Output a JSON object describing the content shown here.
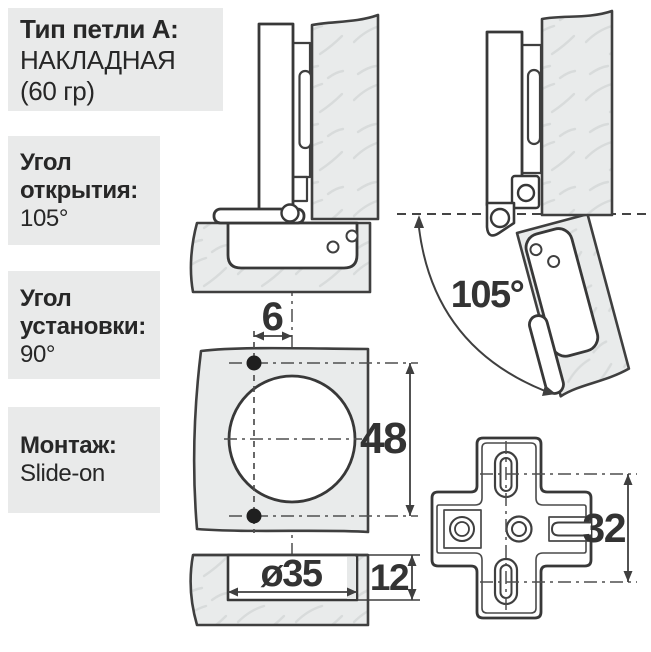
{
  "sidebar": {
    "type_box": {
      "label": "Тип петли А:",
      "line1": "НАКЛАДНАЯ",
      "line2": "(60 гр)"
    },
    "opening_box": {
      "label": "Угол открытия:",
      "value": "105°"
    },
    "install_box": {
      "label": "Угол установки:",
      "value": "90°"
    },
    "mount_box": {
      "label": "Монтаж:",
      "value": "Slide-on"
    }
  },
  "diagram": {
    "open_angle_label": "105°",
    "dim_screw_offset": "6",
    "dim_screw_spacing": "48",
    "dim_cup_diameter": "ø35",
    "dim_cup_depth": "12",
    "dim_plate_spacing": "32"
  },
  "colors": {
    "panel_bg": "#e9eaea",
    "wood_fill": "#e9ebeb",
    "grain": "#d8dbdb",
    "line": "#3f3f3f",
    "text": "#272727"
  }
}
